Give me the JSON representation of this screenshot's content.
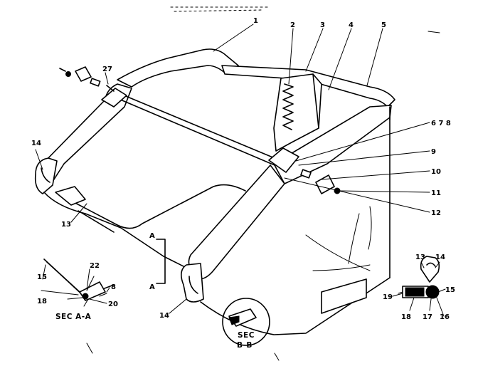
{
  "diagram": {
    "part_labels": [
      {
        "id": "l1",
        "text": "1"
      },
      {
        "id": "l2",
        "text": "2"
      },
      {
        "id": "l3",
        "text": "3"
      },
      {
        "id": "l4",
        "text": "4"
      },
      {
        "id": "l5",
        "text": "5"
      },
      {
        "id": "l678",
        "text": "6 7 8"
      },
      {
        "id": "l9",
        "text": "9"
      },
      {
        "id": "l10",
        "text": "10"
      },
      {
        "id": "l11",
        "text": "11"
      },
      {
        "id": "l12",
        "text": "12"
      },
      {
        "id": "l27",
        "text": "27"
      },
      {
        "id": "l14a",
        "text": "14"
      },
      {
        "id": "l13a",
        "text": "13"
      },
      {
        "id": "l14b",
        "text": "14"
      },
      {
        "id": "lA1",
        "text": "A"
      },
      {
        "id": "lA2",
        "text": "A"
      },
      {
        "id": "l15a",
        "text": "15"
      },
      {
        "id": "l22",
        "text": "22"
      },
      {
        "id": "l18a",
        "text": "18"
      },
      {
        "id": "l8",
        "text": "8"
      },
      {
        "id": "l20",
        "text": "20"
      },
      {
        "id": "l13b",
        "text": "13"
      },
      {
        "id": "l14c",
        "text": "14"
      },
      {
        "id": "l19",
        "text": "19"
      },
      {
        "id": "l15b",
        "text": "15"
      },
      {
        "id": "l18b",
        "text": "18"
      },
      {
        "id": "l17",
        "text": "17"
      },
      {
        "id": "l16",
        "text": "16"
      }
    ],
    "section_labels": {
      "sec_aa": "SEC A-A",
      "sec_bb_1": "SEC",
      "sec_bb_2": "B-B"
    }
  }
}
